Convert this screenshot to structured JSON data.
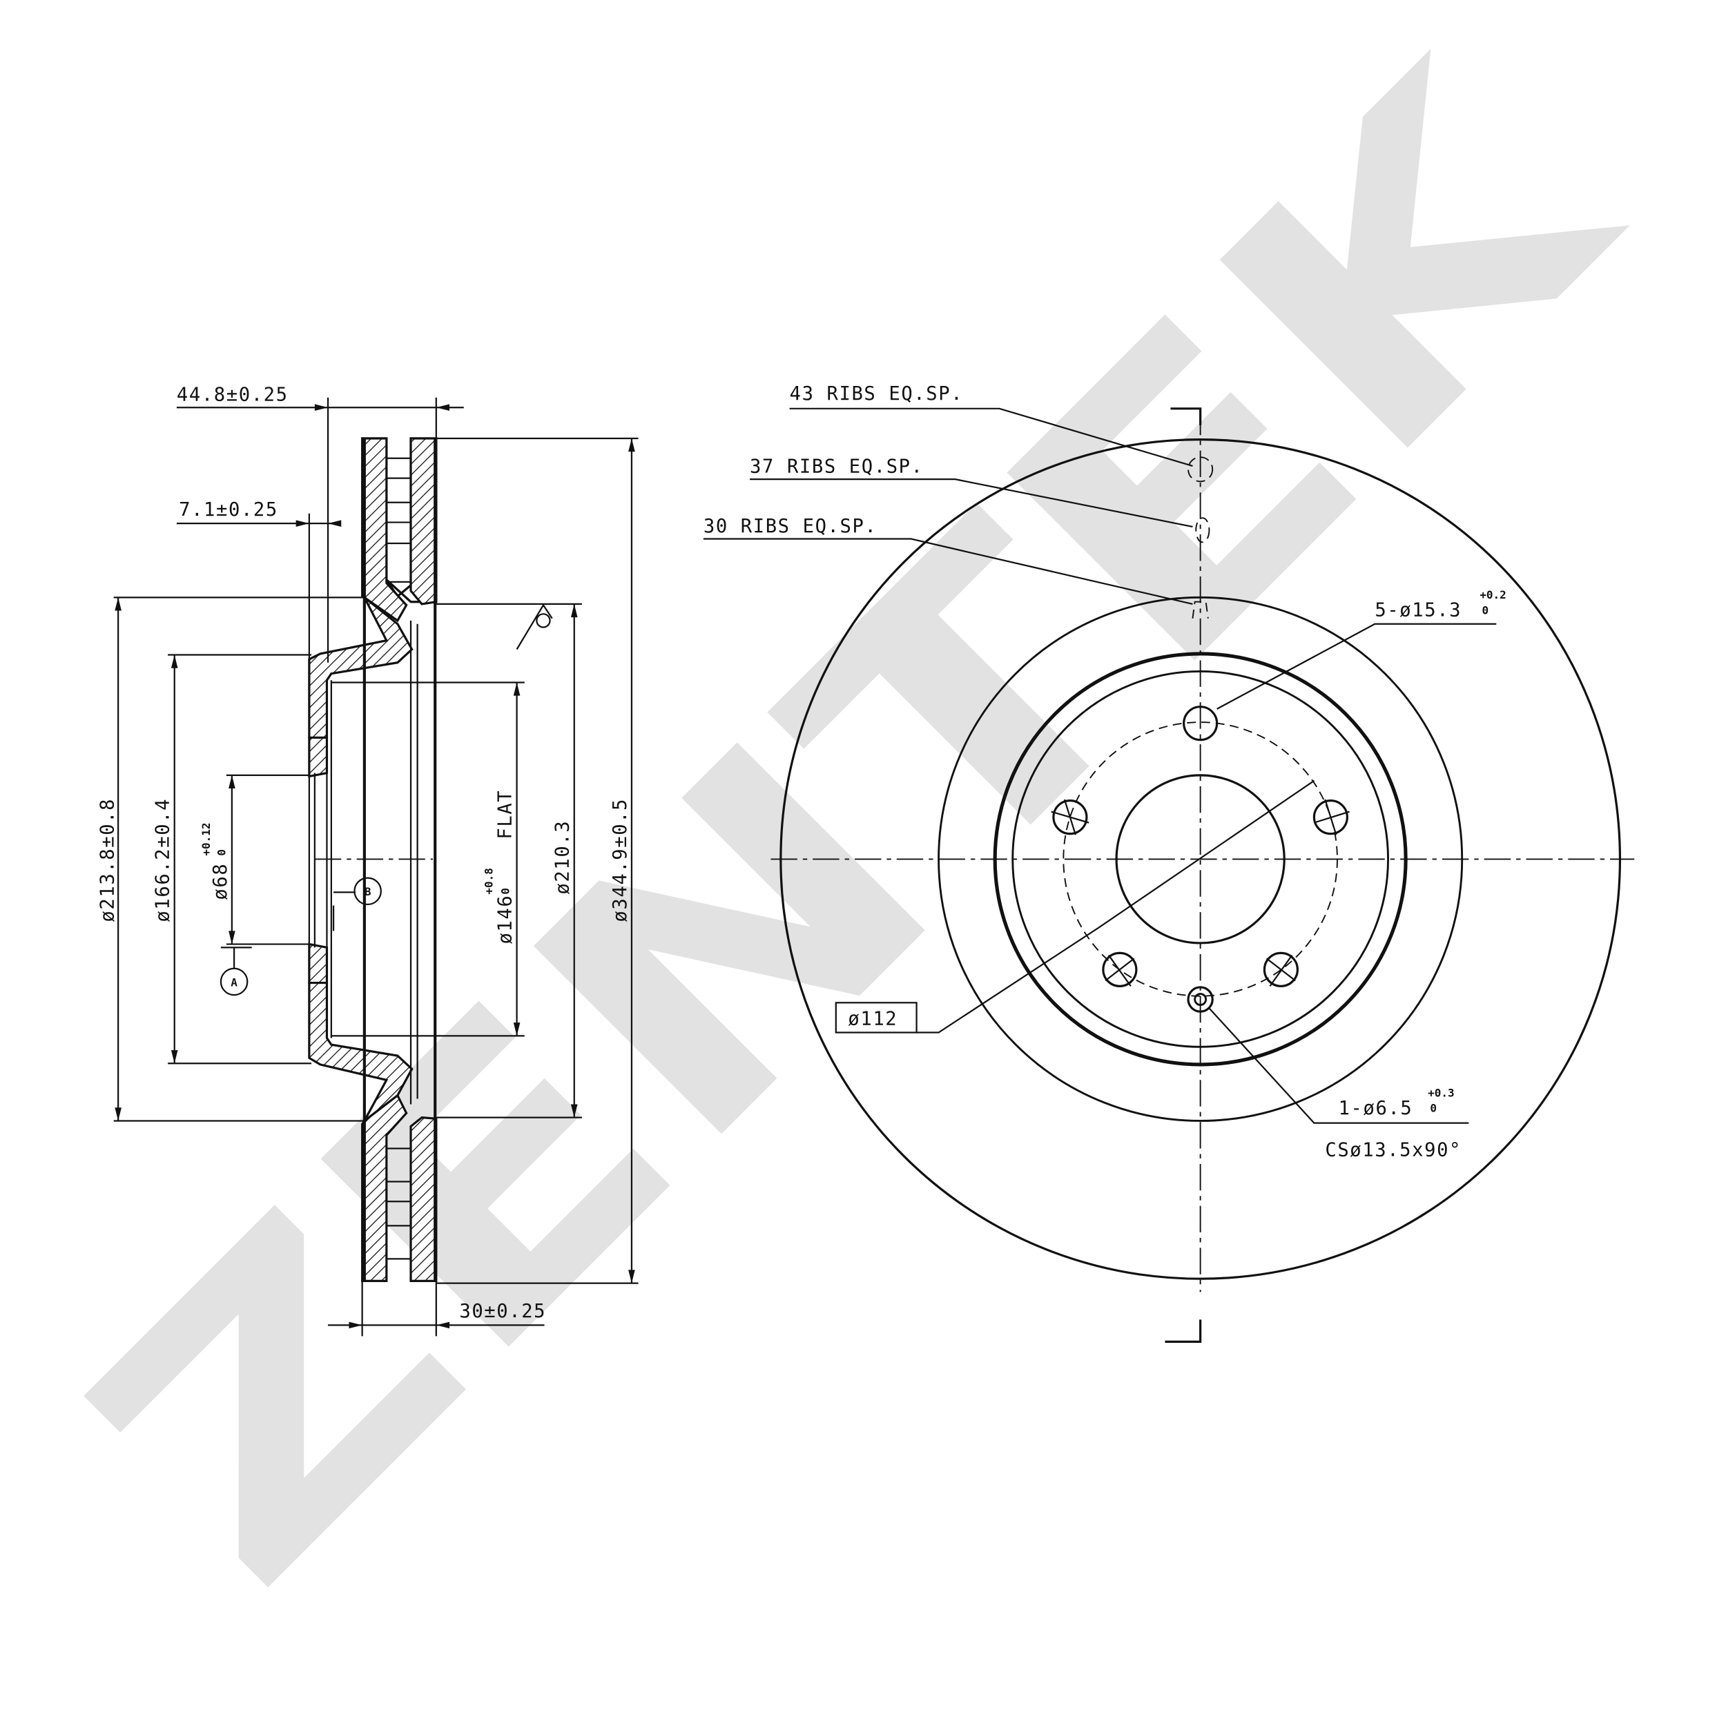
{
  "watermark": "ZENTEK",
  "section_view": {
    "overall_width": "44.8±0.25",
    "hub_thickness": "7.1±0.25",
    "disc_thickness": "30±0.25",
    "d_outer_hat": "ø213.8±0.8",
    "d_hat": "ø166.2±0.4",
    "d_bore": "ø68",
    "d_bore_tol_plus": "+0.12",
    "d_bore_tol_minus": "0",
    "d_flat": "ø146",
    "d_flat_tol_plus": "+0.8",
    "d_flat_tol_minus": "0",
    "flat_label": "FLAT",
    "d_inner_friction": "ø210.3",
    "d_outer": "ø344.9±0.5",
    "datum_a": "A",
    "datum_b": "B"
  },
  "front_view": {
    "ribs_43": "43 RIBS EQ.SP.",
    "ribs_37": "37 RIBS EQ.SP.",
    "ribs_30": "30 RIBS EQ.SP.",
    "bolt_holes": "5-ø15.3",
    "bolt_tol_plus": "+0.2",
    "bolt_tol_minus": "0",
    "pcd": "ø112",
    "pin_hole": "1-ø6.5",
    "pin_tol_plus": "+0.3",
    "pin_tol_minus": "0",
    "countersink": "CSø13.5x90°"
  }
}
